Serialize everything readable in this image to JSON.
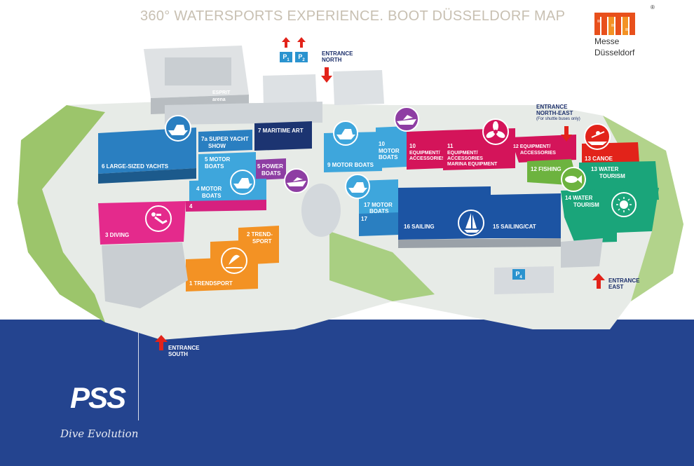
{
  "header": {
    "title": "360° WATERSPORTS EXPERIENCE.   BOOT DÜSSELDORF MAP"
  },
  "brand": {
    "logo_line1": "Messe",
    "logo_line2": "Düsseldorf",
    "registered": "®"
  },
  "arena": {
    "line1": "ESPRIT",
    "line2": "arena"
  },
  "halls": [
    {
      "label": "6 LARGE-SIZED YACHTS",
      "color": "#2a7fc1"
    },
    {
      "label": "7a SUPER YACHT",
      "label2": "SHOW",
      "color": "#2a7fc1"
    },
    {
      "label": "7 MARITIME ART",
      "color": "#1c3471"
    },
    {
      "label": "5 MOTOR",
      "label2": "BOATS",
      "color": "#3ea6dc"
    },
    {
      "label": "5 POWER",
      "label2": "BOATS",
      "color": "#8e3ea3"
    },
    {
      "label": "4 MOTOR",
      "label2": "BOATS",
      "color": "#3ea6dc"
    },
    {
      "label": "4",
      "color": "#d6207f"
    },
    {
      "label": "3 DIVING",
      "color": "#e42a8c"
    },
    {
      "label": "2 TREND-",
      "label2": "SPORT",
      "color": "#f39224"
    },
    {
      "label": "1 TRENDSPORT",
      "color": "#f39224"
    },
    {
      "label": "9 MOTOR BOATS",
      "color": "#3ea6dc"
    },
    {
      "label": "10",
      "label2": "MOTOR",
      "label3": "BOATS",
      "color": "#3ea6dc"
    },
    {
      "label": "10",
      "label2": "EQUIPMENT/",
      "label3": "ACCESSORIES",
      "color": "#d4145a"
    },
    {
      "label": "11",
      "label2": "EQUIPMENT/",
      "label3": "ACCESSORIES",
      "label4": "MARINA EQUIPMENT",
      "color": "#d4145a"
    },
    {
      "label": "12 EQUIPMENT/",
      "label2": "ACCESSORIES",
      "color": "#d4145a"
    },
    {
      "label": "12 FISHING",
      "color": "#6db33f"
    },
    {
      "label": "13 CANOE",
      "color": "#e2231a"
    },
    {
      "label": "13 WATER",
      "label2": "TOURISM",
      "color": "#1aa57a"
    },
    {
      "label": "14 WATER",
      "label2": "TOURISM",
      "color": "#1aa57a"
    },
    {
      "label": "17 MOTOR",
      "label2": "BOATS",
      "color": "#3ea6dc"
    },
    {
      "label": "17",
      "color": "#2a7fc1"
    },
    {
      "label": "16 SAILING",
      "color": "#1c54a3"
    },
    {
      "label": "15 SAILING/CAT",
      "color": "#1c54a3"
    }
  ],
  "entrances": {
    "north": [
      "ENTRANCE",
      "NORTH"
    ],
    "north_east": [
      "ENTRANCE",
      "NORTH-EAST"
    ],
    "north_east_note": "(For shuttle buses only)",
    "east": [
      "ENTRANCE",
      "EAST"
    ],
    "south": [
      "ENTRANCE",
      "SOUTH"
    ]
  },
  "parking": [
    {
      "main": "P",
      "sub": "1"
    },
    {
      "main": "P",
      "sub": "2"
    },
    {
      "main": "P",
      "sub": "4"
    }
  ],
  "footer": {
    "brand_text": "PSS",
    "tagline": "Dive Evolution"
  },
  "icons": [
    "motor-boat-icon",
    "power-boat-icon",
    "propeller-icon",
    "fish-icon",
    "canoe-icon",
    "sun-icon",
    "sailboat-icon",
    "diver-icon",
    "windsurf-icon",
    "entrance-arrow-icon"
  ],
  "colors": {
    "band": "#24448f",
    "header": "#c8c0b2",
    "accent_arrow": "#e2231a",
    "brand_orange": "#e8501c"
  }
}
